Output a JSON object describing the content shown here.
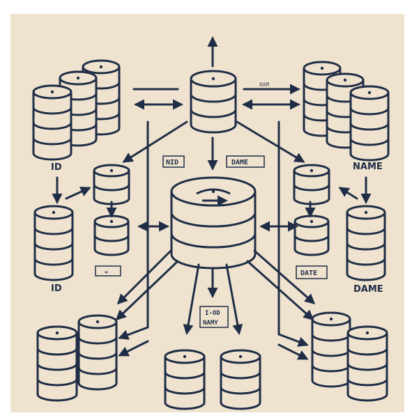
{
  "labels": {
    "id_top": "ID",
    "name_right": "NAME",
    "id_mid": "ID",
    "dame_right": "DAME",
    "box_nid": "NID",
    "box_dame": "DAME",
    "box_date": "DATE",
    "box_small": "=",
    "top_arrow_text": "NAM",
    "stack_label_line1": "I-OD",
    "stack_label_line2": "NAMY"
  },
  "colors": {
    "background": "#efe3cf",
    "ink": "#1f2d46",
    "cylinder_fill": "#efe3cf"
  }
}
